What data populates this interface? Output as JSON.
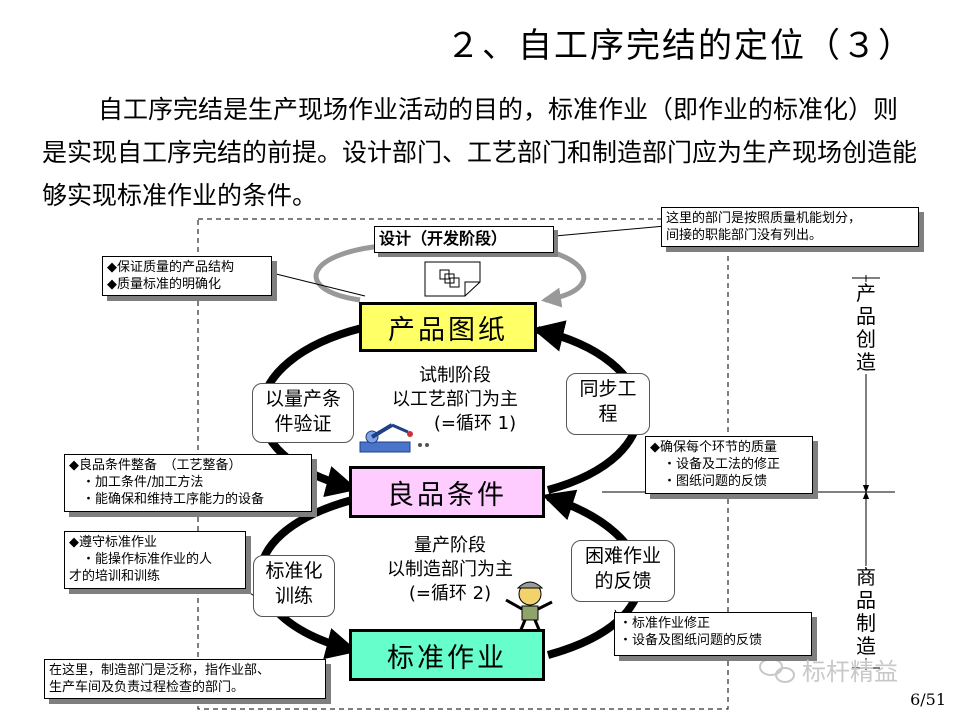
{
  "slide": {
    "title": "２、自工序完结的定位（３）",
    "intro": "自工序完结是生产现场作业活动的目的，标准作业（即作业的标准化）则是实现自工序完结的前提。设计部门、工艺部门和制造部门应为生产现场创造能够实现标准作业的条件。",
    "page": "6/51",
    "watermark": "标杆精益"
  },
  "diagram": {
    "design_label": "设计（开发阶段）",
    "nodes": {
      "drawing": "产品图纸",
      "condition": "良品条件",
      "standard": "标准作业"
    },
    "node_colors": {
      "drawing": "#ffff66",
      "condition": "#ffccff",
      "standard": "#66ffcc"
    },
    "cycle1": [
      "试制阶段",
      "以工艺部门为主",
      "(=循环 1)"
    ],
    "cycle2": [
      "量产阶段",
      "以制造部门为主",
      "(=循环 2)"
    ],
    "rounded": {
      "mass_verify": [
        "以量产条",
        "件验证"
      ],
      "sync_eng": [
        "同步工",
        "程"
      ],
      "std_training": [
        "标准化",
        "训练"
      ],
      "difficulty": [
        "困难作业",
        "的反馈"
      ]
    },
    "callouts": {
      "dept_note": [
        "这里的部门是按照质量机能划分，",
        "间接的职能部门没有列出。"
      ],
      "quality": [
        "◆保证质量的产品结构",
        "◆质量标准的明确化"
      ],
      "condition": [
        "◆良品条件整备　（工艺整备）",
        "　・加工条件/加工方法",
        "　・能确保和维持工序能力的设备"
      ],
      "process_quality": [
        "◆确保每个环节的质量",
        "　・设备及工法的修正",
        "　・图纸问题的反馈"
      ],
      "observe": [
        "◆遵守标准作业",
        "　・能操作标准作业的人",
        "才的培训和训练"
      ],
      "fix": [
        "・标准作业修正",
        "・设备及图纸问题的反馈"
      ],
      "mfg_note": [
        "在这里，制造部门是泛称，指作业部、",
        "生产车间及负责过程检查的部门。"
      ]
    },
    "side": {
      "creation": "产品创造",
      "production": "商品制造"
    },
    "icons": [
      "document-icon",
      "robot-arm-icon",
      "worker-icon",
      "wechat-icon"
    ]
  }
}
